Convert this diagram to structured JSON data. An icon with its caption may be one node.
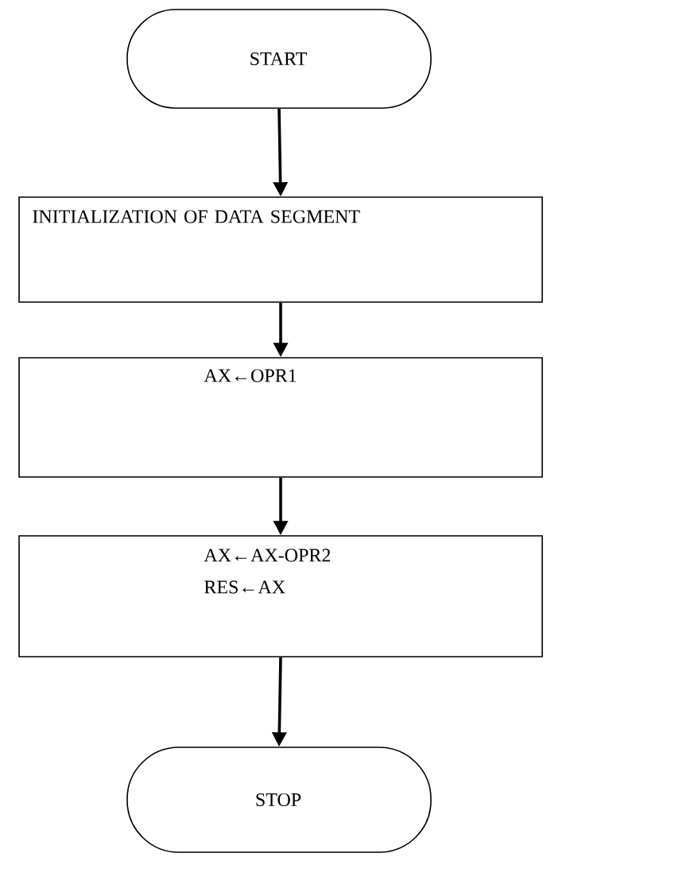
{
  "diagram": {
    "nodes": [
      {
        "text": [
          "START"
        ]
      },
      {
        "text": [
          "INITIALIZATION OF DATA SEGMENT"
        ]
      },
      {
        "text": [
          "AX←OPR1"
        ]
      },
      {
        "text": [
          "AX←AX-OPR2",
          "RES←AX"
        ]
      },
      {
        "text": [
          "STOP"
        ]
      }
    ],
    "edges": [
      {
        "from": 0,
        "to": 1,
        "arrow": "to"
      },
      {
        "from": 1,
        "to": 2,
        "arrow": "to"
      },
      {
        "from": 2,
        "to": 3,
        "arrow": "to"
      },
      {
        "from": 3,
        "to": 4,
        "arrow": "to"
      }
    ]
  }
}
